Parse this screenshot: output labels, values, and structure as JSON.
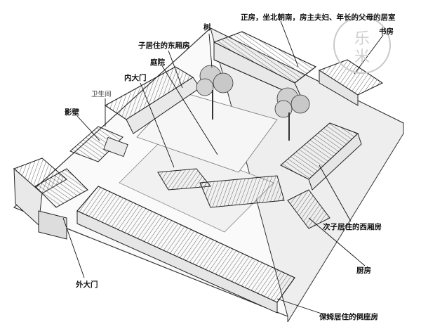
{
  "labels": {
    "tree": "树",
    "main_house": "正房，坐北朝南，房主夫妇、年长的父母的居室",
    "study": "书房",
    "east_wing": "子居住的东厢房",
    "courtyard": "庭院",
    "inner_gate": "内大门",
    "toilet": "卫生间",
    "screen_wall": "影壁",
    "west_wing": "次子居住的西厢房",
    "kitchen": "厨房",
    "outer_gate": "外大门",
    "south_house": "保姆居住的倒座房"
  },
  "stamp": {
    "chars": [
      "乐",
      "米"
    ]
  },
  "colors": {
    "line": "#2b2b2b",
    "ground": "#f4f4f4",
    "roof": "#ececec"
  }
}
